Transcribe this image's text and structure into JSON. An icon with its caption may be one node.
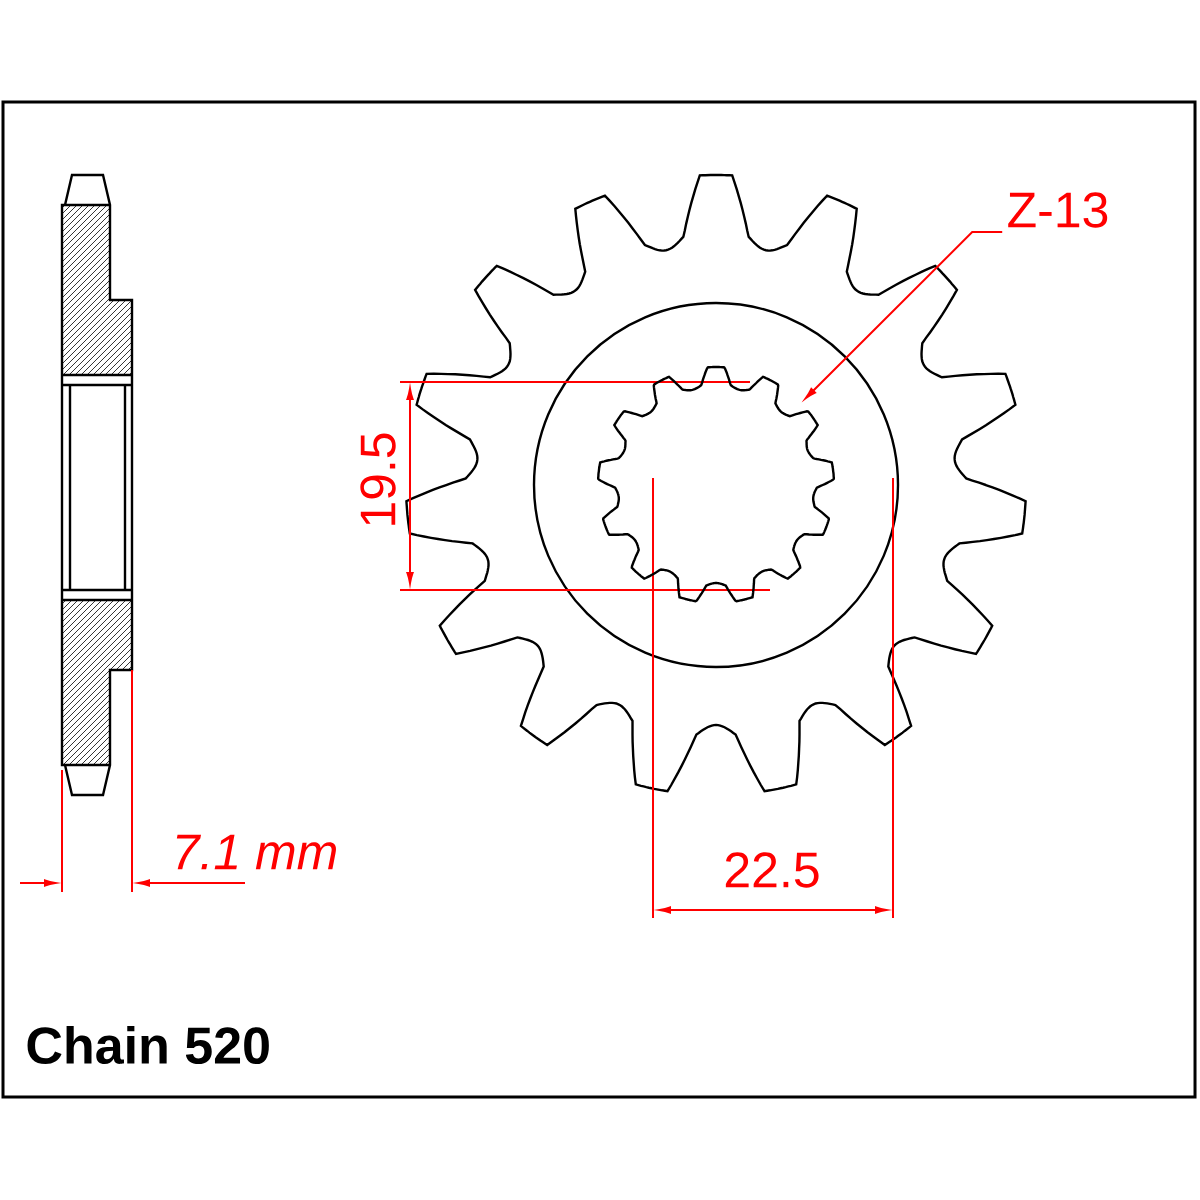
{
  "diagram": {
    "nodes": [
      {
        "text": [
          "Z-13"
        ]
      },
      {
        "text": [],
        "shape": "picture"
      }
    ],
    "edges": [
      {
        "from": 0,
        "to": 1,
        "arrow": "to",
        "color": "#ff0000"
      }
    ],
    "labels": [
      "19.5",
      "7.1 mm",
      "22.5",
      "Chain 520"
    ]
  }
}
